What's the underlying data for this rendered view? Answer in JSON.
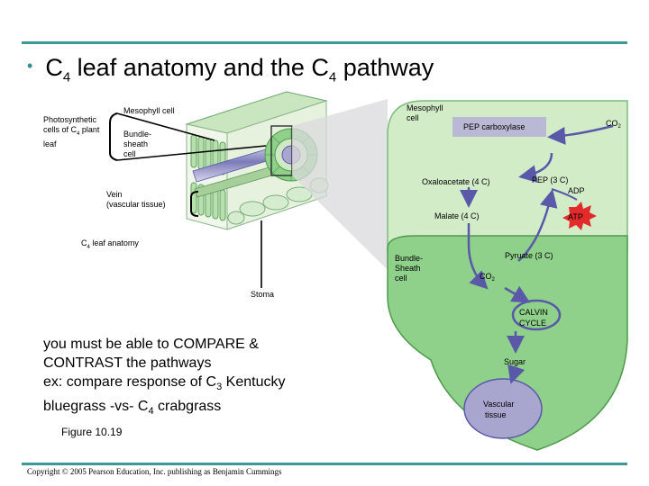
{
  "slide": {
    "bullet": "•",
    "title_pre": "C",
    "title_sub1": "4",
    "title_mid": " leaf anatomy and the C",
    "title_sub2": "4",
    "title_post": " pathway"
  },
  "anatomy": {
    "photosynthetic_pre": "Photosynthetic",
    "photosynthetic_mid": "cells of C",
    "photosynthetic_sub": "4",
    "photosynthetic_post": " plant",
    "photosynthetic_end": "leaf",
    "mesophyll": "Mesophyll cell",
    "bundle_1": "Bundle-",
    "bundle_2": "sheath",
    "bundle_3": "cell",
    "vein_1": "Vein",
    "vein_2": "(vascular tissue)",
    "leaf_pre": "C",
    "leaf_sub": "4",
    "leaf_post": " leaf anatomy",
    "stoma": "Stoma"
  },
  "pathway": {
    "mesophyll_1": "Mesophyll",
    "mesophyll_2": "cell",
    "co2_pre": "CO",
    "co2_sub": "2",
    "pep_carboxylase": "PEP carboxylase",
    "oxaloacetate": "Oxaloacetate (4 C)",
    "pep": "PEP (3 C)",
    "adp": "ADP",
    "malate": "Malate (4 C)",
    "atp": "ATP",
    "bundle_1": "Bundle-",
    "bundle_2": "Sheath",
    "bundle_3": "cell",
    "pyruvate": "Pyruate (3 C)",
    "co2b_pre": "CO",
    "co2b_sub": "2",
    "calvin_1": "CALVIN",
    "calvin_2": "CYCLE",
    "sugar": "Sugar",
    "vascular_1": "Vascular",
    "vascular_2": "tissue"
  },
  "notes": {
    "line1": "you must be able to COMPARE &",
    "line2": "CONTRAST the pathways",
    "line3_pre": "ex: compare response of C",
    "line3_sub": "3",
    "line3_post": " Kentucky",
    "line4_pre": "bluegrass -vs- C",
    "line4_sub": "4",
    "line4_post": " crabgrass",
    "figure": "Figure 10.19",
    "copyright": "Copyright © 2005 Pearson Education, Inc. publishing as Benjamin Cummings"
  },
  "colors": {
    "rule": "#3a9a9a",
    "mesophyll_fill": "#d3ecc8",
    "bundle_fill": "#8fd08a",
    "vascular_fill": "#a8a6cf",
    "atp_star": "#e32b2b",
    "enzyme_box": "#b9b9d6",
    "arrow": "#5a58a8"
  }
}
